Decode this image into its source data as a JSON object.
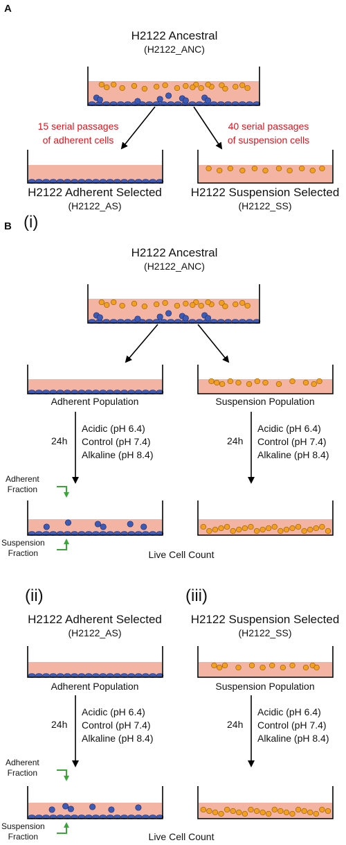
{
  "colors": {
    "media": "#f4b4a4",
    "adherent_cell": "#3d5bb5",
    "suspension_cell": "#f2a022",
    "highlight_red": "#e0141e",
    "fraction_arrow": "#3aa63a"
  },
  "panel_a": {
    "letter": "A",
    "ancestral_title": "H2122 Ancestral",
    "ancestral_code": "(H2122_ANC)",
    "left_passage": [
      "15 serial passages",
      "of adherent cells"
    ],
    "right_passage": [
      "40 serial passages",
      "of suspension cells"
    ],
    "adherent_title": "H2122 Adherent Selected",
    "adherent_code": "(H2122_AS)",
    "suspension_title": "H2122 Suspension Selected",
    "suspension_code": "(H2122_SS)"
  },
  "panel_b": {
    "letter": "B",
    "i": {
      "roman": "(i)",
      "ancestral_title": "H2122 Ancestral",
      "ancestral_code": "(H2122_ANC)",
      "adherent_population": "Adherent Population",
      "suspension_population": "Suspension Population",
      "time_left": "24h",
      "time_right": "24h",
      "conditions_left": [
        "Acidic (pH 6.4)",
        "Control (pH 7.4)",
        "Alkaline (pH 8.4)"
      ],
      "conditions_right": [
        "Acidic (pH 6.4)",
        "Control (pH 7.4)",
        "Alkaline (pH 8.4)"
      ],
      "adherent_fraction": [
        "Adherent",
        "Fraction"
      ],
      "suspension_fraction": [
        "Suspension",
        "Fraction"
      ],
      "live_cell_count": "Live Cell Count"
    },
    "ii": {
      "roman": "(ii)",
      "title": "H2122 Adherent Selected",
      "code": "(H2122_AS)",
      "population": "Adherent Population",
      "time": "24h",
      "conditions": [
        "Acidic (pH 6.4)",
        "Control (pH 7.4)",
        "Alkaline (pH 8.4)"
      ],
      "adherent_fraction": [
        "Adherent",
        "Fraction"
      ],
      "suspension_fraction": [
        "Suspension",
        "Fraction"
      ]
    },
    "iii": {
      "roman": "(iii)",
      "title": "H2122 Suspension Selected",
      "code": "(H2122_SS)",
      "population": "Suspension Population",
      "time": "24h",
      "conditions": [
        "Acidic (pH 6.4)",
        "Control (pH 7.4)",
        "Alkaline (pH 8.4)"
      ]
    },
    "live_cell_count_bottom": "Live Cell Count"
  }
}
